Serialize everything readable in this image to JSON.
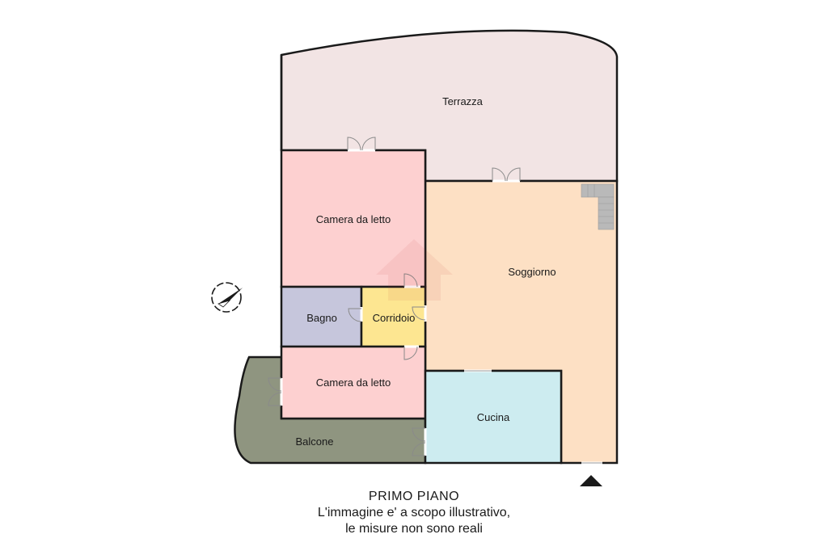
{
  "plan": {
    "floor_title": "PRIMO PIANO",
    "disclaimer_line1": "L'immagine e' a scopo illustrativo,",
    "disclaimer_line2": "le misure non sono reali"
  },
  "rooms": {
    "terrazza": {
      "label": "Terrazza",
      "color": "#f2e4e4"
    },
    "camera_letto_1": {
      "label": "Camera da letto",
      "color": "#fdd0d0"
    },
    "soggiorno": {
      "label": "Soggiorno",
      "color": "#fde0c4"
    },
    "bagno": {
      "label": "Bagno",
      "color": "#c6c6dc"
    },
    "corridoio": {
      "label": "Corridoio",
      "color": "#fde691"
    },
    "camera_letto_2": {
      "label": "Camera da letto",
      "color": "#fdd0d0"
    },
    "cucina": {
      "label": "Cucina",
      "color": "#cdecf0"
    },
    "balcone": {
      "label": "Balcone",
      "color": "#8f9580"
    }
  },
  "icons": {
    "compass": "compass-icon",
    "entrance": "entrance-arrow-icon",
    "stairs": "stairs-icon"
  }
}
